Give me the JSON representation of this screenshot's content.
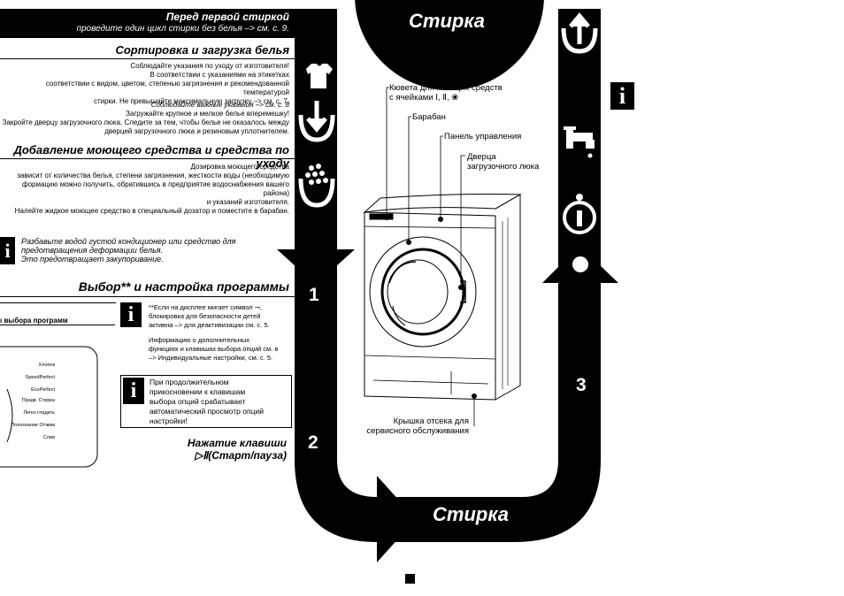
{
  "header": {
    "title": "Перед первой стиркой",
    "subtitle": "проведите один цикл стирки без белья –> см. с. 9."
  },
  "sorting": {
    "title": "Сортировка и загрузка белья",
    "lines": [
      "Соблюдайте указания по уходу от изготовителя!",
      "В соответствии с указаниями на этикетках",
      "соответствии с видом, цветом, степенью загрязнения и рекомендованной температурой",
      "стирки. Не превышайте максимальную загрузку –> см. с. 7."
    ],
    "note_lines": [
      "Соблюдайте важные указания –> см. с. 8",
      "Загружайте крупное и мелкое белье вперемешку!",
      "Закройте дверцу загрузочного люка. Следите за тем, чтобы белье не оказалось между",
      "дверцей загрузочного люка и резиновым уплотнителем."
    ]
  },
  "detergent": {
    "title": "Добавление моющего средства и средства по уходу",
    "lines": [
      "Дозировка моющего средства",
      "зависит от количества белья, степени загрязнения, жесткости воды (необходимую",
      "формацию можно получить, обратившись в предприятие водоснабжения вашего района)",
      "и указаний изготовителя.",
      "Налейте жидкое моющее средство в специальный дозатор и поместите в барабан."
    ],
    "info_lines": [
      "Разбавьте водой густой кондиционер или средство для",
      "предотвращения деформации белья.",
      "Это предотвращает закупоривание."
    ]
  },
  "program": {
    "title": "Выбор** и настройка программы",
    "selector_label": "ı выбора программ",
    "note1_lines": [
      "**Если на дисплее мигает символ ⊸,",
      "блокировка для безопасности детей",
      "активна –> для деактивизации см. с. 5."
    ],
    "note2_lines": [
      "Информацию о дополнительных",
      "функциях и клавишах выбора опций см. в",
      "–> Индивидуальные настройки, см. с. 5."
    ],
    "info_lines": [
      "При продолжительном",
      "прикосновении к клавишам",
      "выбора опций срабатывает",
      "автоматический просмотр опций",
      "настройки!"
    ],
    "items": [
      "Хлопок",
      "SpeedPerfect",
      "EcoPerfect",
      "Предв. Стирка",
      "Легко гладить",
      "Полоскание Отжим",
      "Слив"
    ]
  },
  "start": {
    "line1": "Нажатие клавиши",
    "line2": "▷Ⅱ(Старт/паузa)"
  },
  "flow": {
    "top_label": "Стирка",
    "bottom_label": "Стирка",
    "step1": "1",
    "step2": "2",
    "step3": "3",
    "info_glyph": "i"
  },
  "machine_labels": {
    "drawer": "Кювета для моющих средств",
    "drawer2": "с ячейками Ⅰ, Ⅱ, ❀",
    "drum": "Барабан",
    "panel": "Панель управления",
    "door": "Дверца",
    "door2": "загрузочного люка",
    "service": "Крышка отсека для",
    "service2": "сервисного обслуживания"
  },
  "colors": {
    "ink": "#000000",
    "paper": "#ffffff"
  }
}
